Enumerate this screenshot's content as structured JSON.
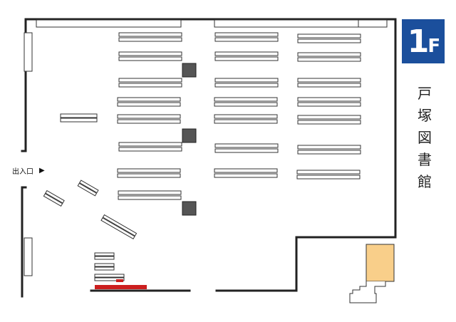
{
  "floor": {
    "number": "1",
    "suffix": "F",
    "color": "#1b4f9c"
  },
  "library_name_chars": [
    "戸",
    "塚",
    "図",
    "書",
    "館"
  ],
  "entrance_label": "出入口",
  "entrance_arrow": "▶",
  "colors": {
    "wall": "#222222",
    "shelf_fill": "#ffffff",
    "shelf_stroke": "#333333",
    "pillar": "#555555",
    "counter_red": "#cc1f1f",
    "staff_area": "#f9cf8a"
  }
}
